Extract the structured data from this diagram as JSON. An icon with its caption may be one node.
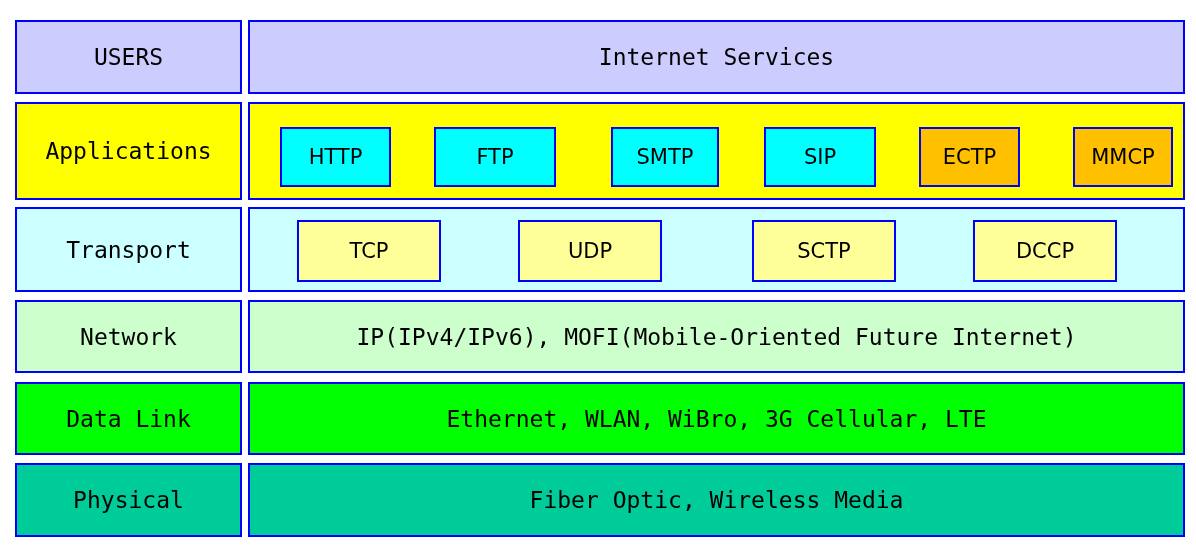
{
  "diagram": {
    "nodes": [
      {
        "text": [
          "USERS"
        ]
      },
      {
        "text": [
          "Internet Services"
        ]
      },
      {
        "text": [
          "Applications"
        ]
      },
      {
        "text": [],
        "shape": "box"
      },
      {
        "text": [
          "HTTP"
        ],
        "in": 3
      },
      {
        "text": [
          "FTP"
        ],
        "in": 3
      },
      {
        "text": [
          "SMTP"
        ],
        "in": 3
      },
      {
        "text": [
          "SIP"
        ],
        "in": 3
      },
      {
        "text": [
          "ECTP"
        ],
        "in": 3
      },
      {
        "text": [
          "MMCP"
        ],
        "in": 3
      },
      {
        "text": [
          "Transport"
        ]
      },
      {
        "text": [],
        "shape": "box"
      },
      {
        "text": [
          "TCP"
        ],
        "in": 11
      },
      {
        "text": [
          "UDP"
        ],
        "in": 11
      },
      {
        "text": [
          "SCTP"
        ],
        "in": 11
      },
      {
        "text": [
          "DCCP"
        ],
        "in": 11
      },
      {
        "text": [
          "Network"
        ]
      },
      {
        "text": [
          "IP(IPv4/IPv6), MOFI(Mobile-Oriented Future Internet)"
        ]
      },
      {
        "text": [
          "Data Link"
        ]
      },
      {
        "text": [
          "Ethernet, WLAN, WiBro, 3G Cellular, LTE"
        ]
      },
      {
        "text": [
          "Physical"
        ]
      },
      {
        "text": [
          "Fiber Optic, Wireless Media"
        ]
      }
    ],
    "edges": []
  }
}
